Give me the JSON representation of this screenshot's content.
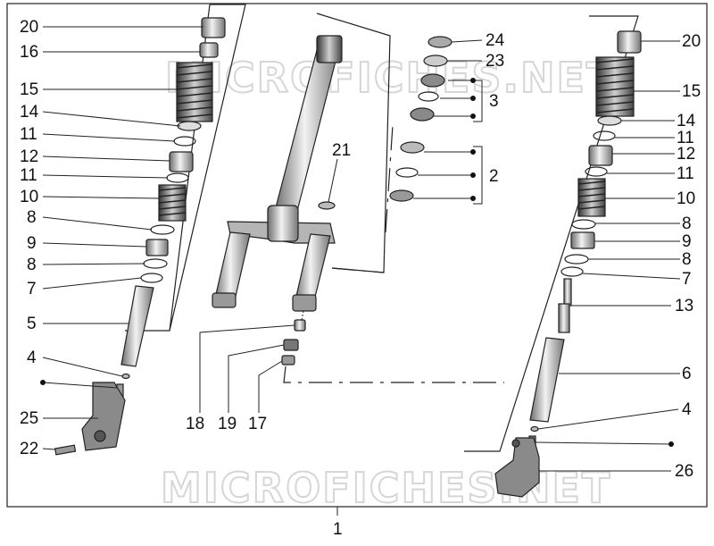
{
  "watermark": "MICROFICHES.NET",
  "labels": {
    "l20": "20",
    "l16": "16",
    "l15": "15",
    "l14": "14",
    "l11a": "11",
    "l12": "12",
    "l11b": "11",
    "l10": "10",
    "l8a": "8",
    "l9": "9",
    "l8b": "8",
    "l7": "7",
    "l5": "5",
    "l4": "4",
    "l25": "25",
    "l22": "22",
    "l18": "18",
    "l19": "19",
    "l17": "17",
    "l21": "21",
    "l24": "24",
    "l23": "23",
    "l3": "3",
    "l2": "2",
    "r20": "20",
    "r15": "15",
    "r14": "14",
    "r11a": "11",
    "r12": "12",
    "r11b": "11",
    "r10": "10",
    "r8a": "8",
    "r9": "9",
    "r8b": "8",
    "r7": "7",
    "r13": "13",
    "r6": "6",
    "r4": "4",
    "r26": "26",
    "l1": "1"
  }
}
